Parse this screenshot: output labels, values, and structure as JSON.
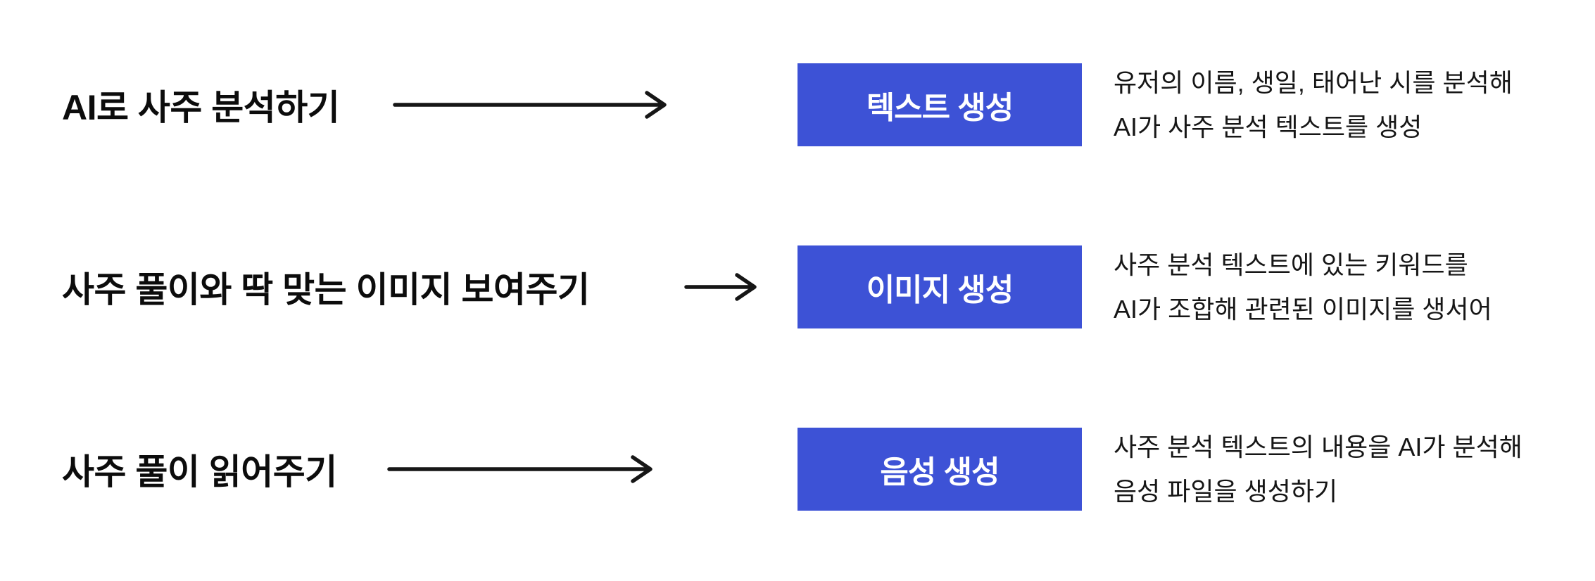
{
  "colors": {
    "box_bg": "#3D52D6",
    "box_text": "#FFFFFF",
    "line_color": "#161616",
    "title_color": "#0C0C0C",
    "background": "#FFFFFF"
  },
  "rows": [
    {
      "title": "AI로 사주 분석하기",
      "box_label": "텍스트 생성",
      "description_lines": [
        "유저의 이름, 생일, 태어난 시를 분석해",
        "AI가 사주 분석 텍스트를 생성"
      ]
    },
    {
      "title": "사주 풀이와 딱 맞는 이미지 보여주기",
      "box_label": "이미지 생성",
      "description_lines": [
        "사주 분석 텍스트에 있는 키워드를",
        "AI가 조합해 관련된 이미지를 생서어"
      ]
    },
    {
      "title": "사주 풀이 읽어주기",
      "box_label": "음성 생성",
      "description_lines": [
        "사주 분석 텍스트의 내용을 AI가 분석해",
        "음성 파일을 생성하기"
      ]
    }
  ]
}
